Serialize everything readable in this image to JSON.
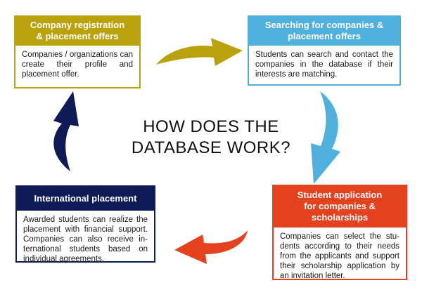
{
  "title_line1": "HOW DOES THE",
  "title_line2": "DATABASE WORK?",
  "steps": [
    {
      "head_line1": "Company registration",
      "head_line2": "& placement offers",
      "body": "Companies / organizations can create their profile and placement offer.",
      "color": "#b9a20d"
    },
    {
      "head_line1": "Searching for companies &",
      "head_line2": "placement offers",
      "body": "Students can search and contact the companies in the database if their interests are matching.",
      "color": "#4fb0de"
    },
    {
      "head_line1": "Student application",
      "head_line2": "for companies &",
      "head_line3": "scholarships",
      "body": "Companies can select the stu-dents according to their needs from the applicants and support their scholarship application by an invitation letter.",
      "color": "#e4411f"
    },
    {
      "head_line1": "International placement",
      "body": "Awarded students can realize the placement with financial support. Companies can also receive in-ternational students based on individual agreements.",
      "color": "#0f1b56"
    }
  ],
  "arrow_colors": {
    "to_step2": "#b9a20d",
    "to_step3": "#4fb0de",
    "to_step4": "#e4411f",
    "to_step1": "#0f1b56"
  }
}
